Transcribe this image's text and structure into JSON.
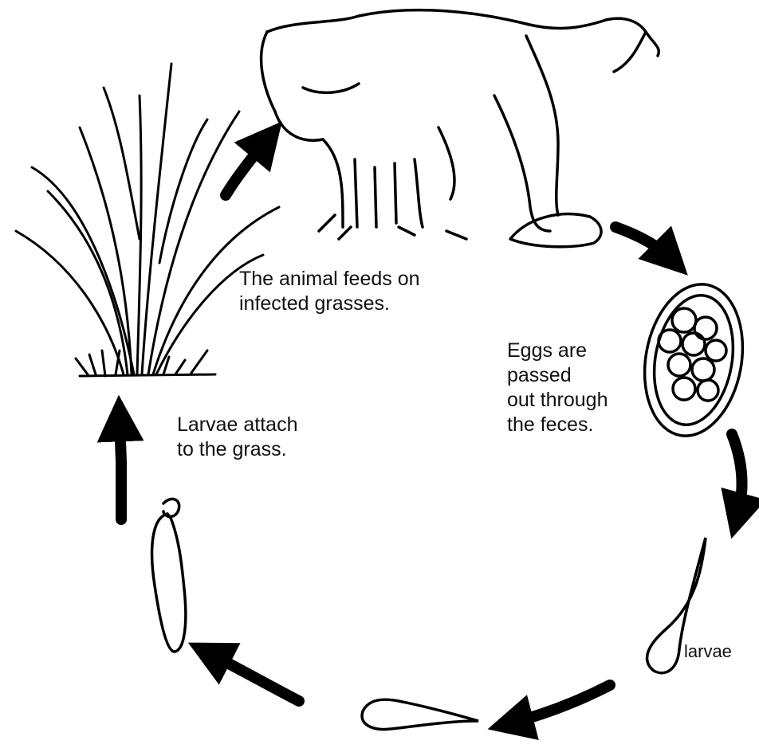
{
  "diagram": {
    "captions": {
      "feeding": [
        "The animal feeds on",
        "infected grasses."
      ],
      "eggs": [
        "Eggs are",
        "passed",
        "out through",
        "the feces."
      ],
      "attach": [
        "Larvae attach",
        "to the grass."
      ],
      "larvae": "larvae"
    },
    "colors": {
      "ink": "#000000",
      "background": "#ffffff"
    }
  }
}
